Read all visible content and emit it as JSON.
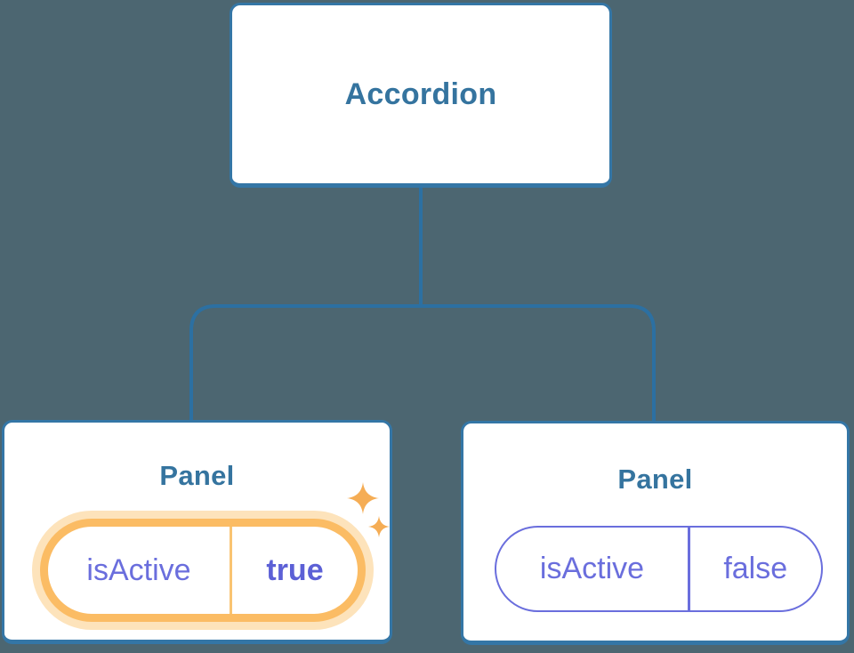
{
  "diagram": {
    "root_label": "Accordion",
    "panels": [
      {
        "title": "Panel",
        "state": {
          "key": "isActive",
          "value": "true"
        },
        "active": true,
        "icon": "sparkles-icon"
      },
      {
        "title": "Panel",
        "state": {
          "key": "isActive",
          "value": "false"
        },
        "active": false
      }
    ]
  },
  "colors": {
    "background": "#4c6671",
    "card_bg": "#ffffff",
    "card_border": "#3476a6",
    "card_title": "#35749f",
    "connector": "#2c70a2",
    "state_text": "#6a6edd",
    "state_value_active": "#5c60d6",
    "active_pill_border": "#fbbc64",
    "active_pill_glow": "#fde3bb",
    "active_pill_divider": "#f9c472",
    "sparkle": "#f5ad55"
  }
}
